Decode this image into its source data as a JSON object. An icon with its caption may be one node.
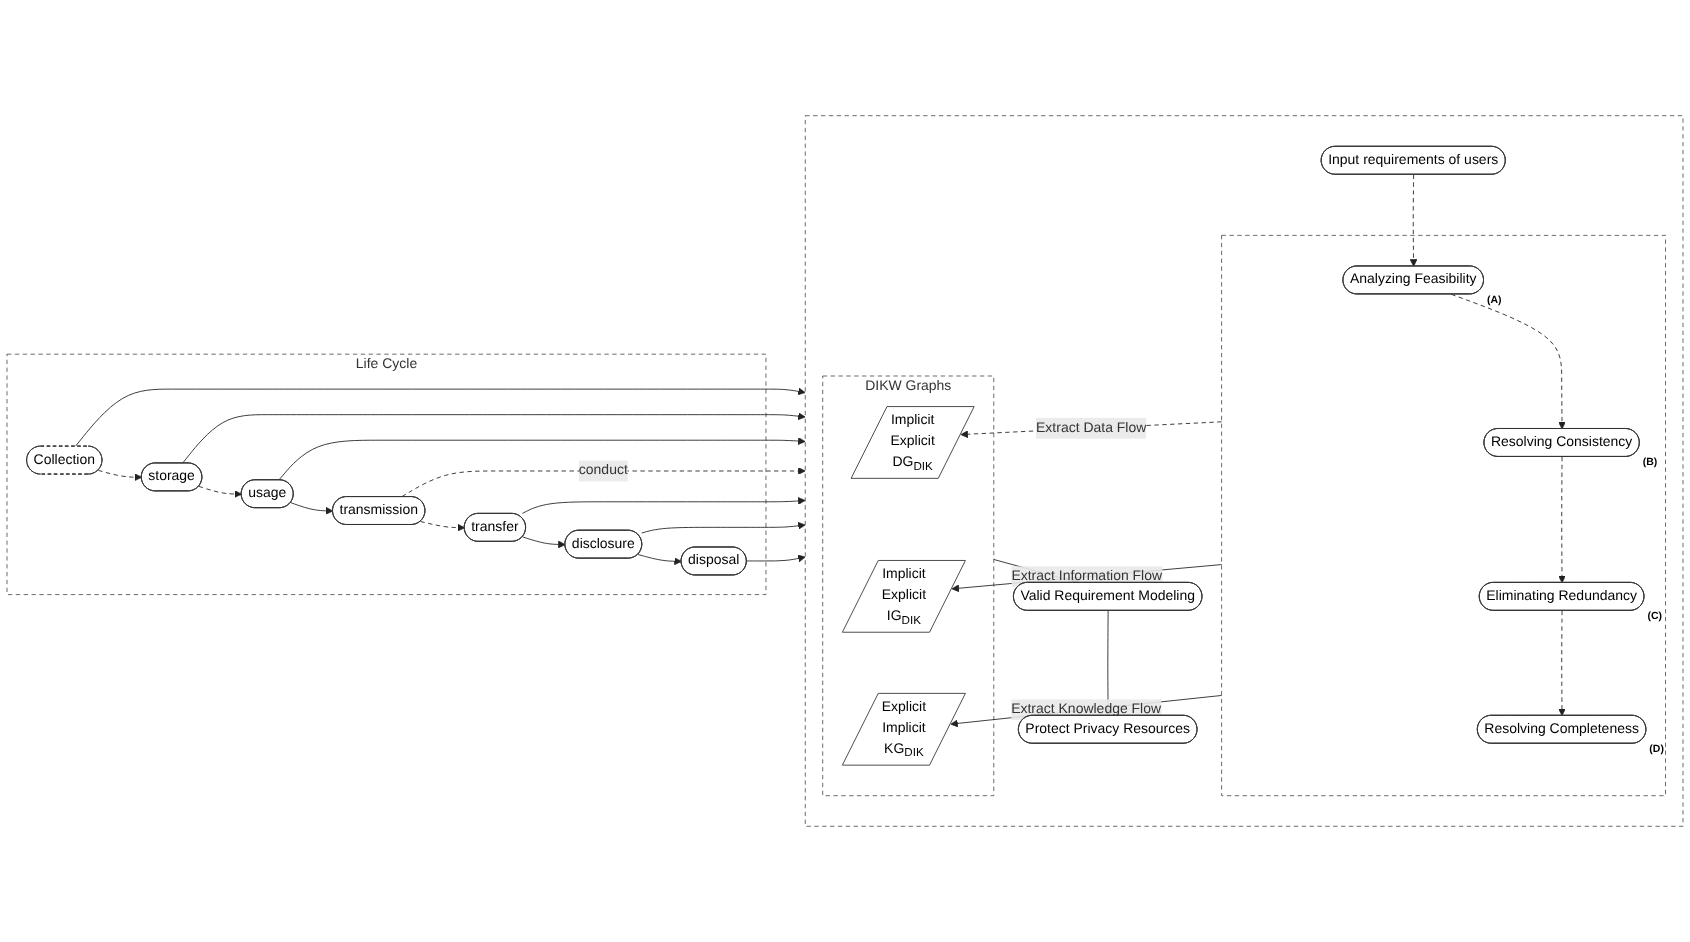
{
  "diagram": {
    "nodes": [
      {
        "text": [
          "Life Cycle"
        ]
      },
      {
        "text": [
          "Collection"
        ],
        "in": 0
      },
      {
        "text": [
          "storage"
        ],
        "in": 0
      },
      {
        "text": [
          "usage"
        ],
        "in": 0
      },
      {
        "text": [
          "transmission"
        ],
        "in": 0
      },
      {
        "text": [
          "transfer"
        ],
        "in": 0
      },
      {
        "text": [
          "disclosure"
        ],
        "in": 0
      },
      {
        "text": [
          "disposal"
        ],
        "in": 0
      },
      {
        "text": [],
        "shape": "box"
      },
      {
        "text": [
          "Input requirements of users"
        ],
        "in": 8
      },
      {
        "text": [],
        "shape": "box",
        "in": 8
      },
      {
        "text": [
          "Analyzing Feasibility"
        ],
        "beside": [
          "(A)"
        ],
        "in": 10
      },
      {
        "text": [
          "Resolving Consistency"
        ],
        "beside": [
          "(B)"
        ],
        "in": 10
      },
      {
        "text": [
          "Eliminating Redundancy"
        ],
        "beside": [
          "(C)"
        ],
        "in": 10
      },
      {
        "text": [
          "Resolving Completeness"
        ],
        "beside": [
          "(D)"
        ],
        "in": 10
      },
      {
        "text": [
          "DIKW Graphs"
        ],
        "in": 8
      },
      {
        "text": [
          "Implicit",
          "Explicit",
          "DG$_{DIK}$"
        ],
        "in": 15
      },
      {
        "text": [
          "Implicit",
          "Explicit",
          "IG$_{DIK}$"
        ],
        "in": 15
      },
      {
        "text": [
          "Explicit",
          "Implicit",
          "KG$_{DIK}$"
        ],
        "in": 15
      },
      {
        "text": [
          "Valid Requirement Modeling"
        ],
        "in": 8
      },
      {
        "text": [
          "Protect Privacy Resources"
        ],
        "in": 8
      }
    ],
    "edges": [
      {
        "from": 1,
        "to": 2,
        "arrow": "to",
        "style": "dashed"
      },
      {
        "from": 2,
        "to": 3,
        "arrow": "to",
        "style": "dashed"
      },
      {
        "from": 3,
        "to": 4,
        "arrow": "to"
      },
      {
        "from": 4,
        "to": 5,
        "arrow": "to",
        "style": "dashed"
      },
      {
        "from": 5,
        "to": 6,
        "arrow": "to"
      },
      {
        "from": 6,
        "to": 7,
        "arrow": "to"
      },
      {
        "from": 1,
        "to": 8,
        "arrow": "to"
      },
      {
        "from": 2,
        "to": 8,
        "arrow": "to"
      },
      {
        "from": 3,
        "to": 8,
        "arrow": "to"
      },
      {
        "from": 4,
        "to": 8,
        "arrow": "to",
        "label": "conduct",
        "style": "dashed"
      },
      {
        "from": 5,
        "to": 8,
        "arrow": "to"
      },
      {
        "from": 6,
        "to": 8,
        "arrow": "to"
      },
      {
        "from": 7,
        "to": 8,
        "arrow": "to"
      },
      {
        "from": 9,
        "to": 11,
        "arrow": "to",
        "style": "dashed"
      },
      {
        "from": 11,
        "to": 12,
        "arrow": "to",
        "style": "dashed"
      },
      {
        "from": 12,
        "to": 13,
        "arrow": "to",
        "style": "dashed"
      },
      {
        "from": 13,
        "to": 14,
        "arrow": "to",
        "style": "dashed"
      },
      {
        "from": 10,
        "to": 16,
        "arrow": "to",
        "label": "Extract Data Flow",
        "style": "dashed"
      },
      {
        "from": 10,
        "to": 17,
        "arrow": "to",
        "label": "Extract Information Flow"
      },
      {
        "from": 10,
        "to": 18,
        "arrow": "to",
        "label": "Extract Knowledge Flow"
      },
      {
        "from": 15,
        "to": 19,
        "arrow": "to"
      },
      {
        "from": 19,
        "to": 20,
        "arrow": "to"
      }
    ]
  }
}
